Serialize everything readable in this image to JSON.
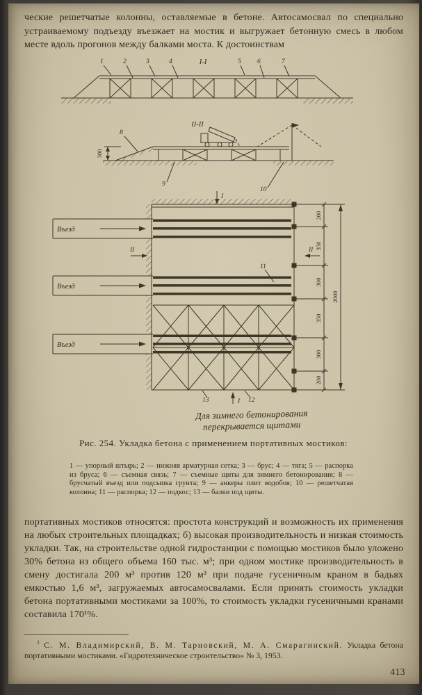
{
  "page": {
    "number": "413",
    "top_paragraph": "ческие решетчатые колонны, оставляемые в бетоне. Автосамосвал по специально устраиваемому подъезду въезжает на мостик и выгружает бетонную смесь в любом месте вдоль прогонов между балками моста. К достоинствам",
    "body_paragraph": "портативных мостиков относятся: простота конструкций и возможность их применения на любых строительных площадках; б) высокая производительность и низкая стоимость укладки. Так, на строительстве одной гидростанции с помощью мостиков было уложено 30% бетона из общего объема 160 тыс. м³; при одном мостике производительность в смену достигала 200 м³ против 120 м³ при подаче гусеничным краном в бадьях емкостью 1,6 м³, загружаемых автосамосвалами. Если принять стоимость укладки бетона портативными мостиками за 100%, то стоимость укладки гусеничными кранами составила 170¹%.",
    "footnote": {
      "marker": "1",
      "authors": "С. М. Владимирский, В. М. Тарновский, М. А. Смарагинский.",
      "text": "Укладка бетона портативными мостиками. «Гидротехническое строительство» № 3, 1953."
    }
  },
  "figure": {
    "caption": "Рис. 254. Укладка бетона с применением портативных мостиков:",
    "legend": "1 — упорный штырь; 2 — нижняя арматурная сетка; 3 — брус; 4 — тяга; 5 — распорка из бруса; 6 — съемная связь; 7 — съемные щиты для зимнего бетонирования; 8 — брусчатый въезд или подсыпка грунта; 9 — анкеры плит водобоя; 10 — решетчатая колонна; 11 — распорка; 12 — подкос; 13 — балки под щиты.",
    "note_line1": "Для зимнего бетонирования",
    "note_line2": "перекрывается щитами",
    "sections": {
      "s1": "I-I",
      "s2": "II-II"
    },
    "callouts": [
      "1",
      "2",
      "3",
      "4",
      "5",
      "6",
      "7",
      "8",
      "9",
      "10",
      "11",
      "12",
      "13"
    ],
    "plan": {
      "entrance": "Въезд",
      "cut_i": "I",
      "cut_ii": "II"
    },
    "dims": {
      "height": "300",
      "chain": [
        "200",
        "350",
        "300",
        "350",
        "300",
        "200"
      ],
      "overall": "2000"
    }
  }
}
